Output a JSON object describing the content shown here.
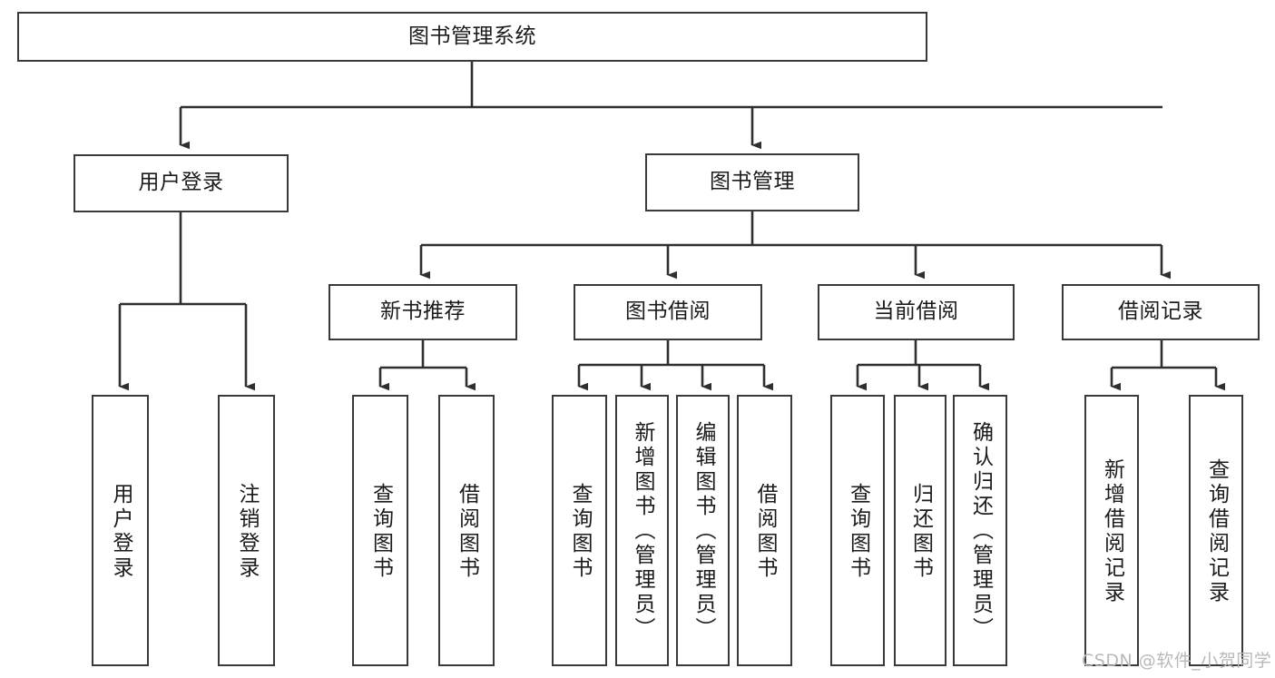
{
  "diagram": {
    "type": "tree",
    "title": "图书管理系统",
    "orientation": "top-down",
    "watermark": "CSDN @软件_小贺同学",
    "colors": {
      "box_border": "#3a3a3a",
      "box_fill": "#ffffff",
      "edge": "#2f2f2f",
      "text": "#1b1b1b",
      "watermark": "#b9b9b9",
      "background": "#ffffff"
    },
    "nodes": {
      "root": {
        "label": "图书管理系统"
      },
      "level1": [
        {
          "label": "用户登录"
        },
        {
          "label": "图书管理"
        }
      ],
      "level2": [
        {
          "label": "新书推荐"
        },
        {
          "label": "图书借阅"
        },
        {
          "label": "当前借阅"
        },
        {
          "label": "借阅记录"
        }
      ],
      "leaves": {
        "user_login": [
          {
            "label": "用户登录"
          },
          {
            "label": "注销登录"
          }
        ],
        "new_book_recommend": [
          {
            "label": "查询图书"
          },
          {
            "label": "借阅图书"
          }
        ],
        "book_borrow": [
          {
            "label": "查询图书"
          },
          {
            "label": "新增图书（管理员）"
          },
          {
            "label": "编辑图书（管理员）"
          },
          {
            "label": "借阅图书"
          }
        ],
        "current_borrow": [
          {
            "label": "查询图书"
          },
          {
            "label": "归还图书"
          },
          {
            "label": "确认归还（管理员）"
          }
        ],
        "borrow_record": [
          {
            "label": "新增借阅记录"
          },
          {
            "label": "查询借阅记录"
          }
        ]
      }
    }
  }
}
